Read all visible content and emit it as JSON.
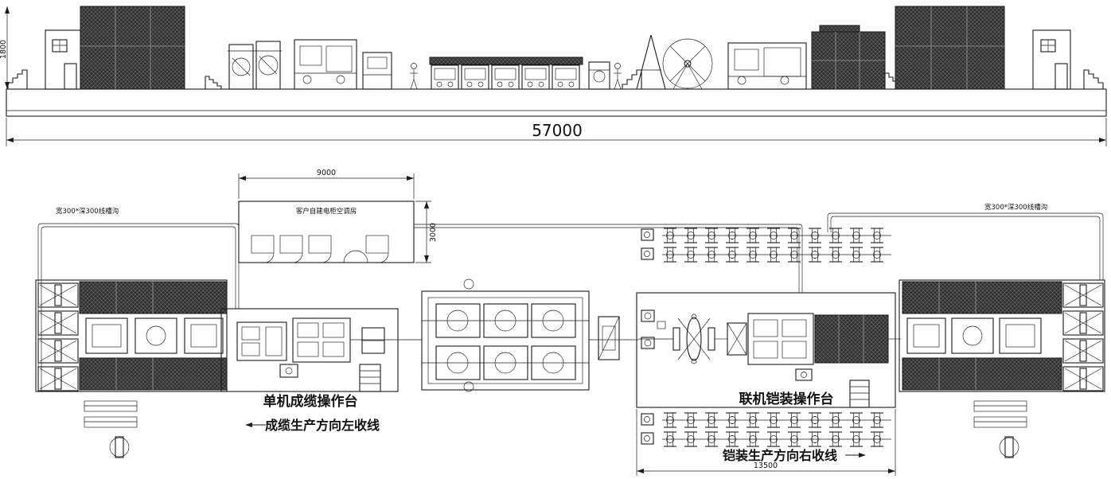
{
  "elevation": {
    "dim_overall_length": "57000",
    "dim_platform_height": "1800"
  },
  "plan": {
    "room": {
      "label": "客户自建电柜空调房",
      "dim_width": "9000",
      "dim_depth": "3000"
    },
    "trough_left": "宽300*深300线槽沟",
    "trough_right": "宽300*深300线槽沟",
    "cabling": {
      "station": "单机成缆操作台",
      "direction": "成缆生产方向左收线"
    },
    "armoring": {
      "station": "联机铠装操作台",
      "direction": "铠装生产方向右收线",
      "dim_length": "13500"
    }
  }
}
